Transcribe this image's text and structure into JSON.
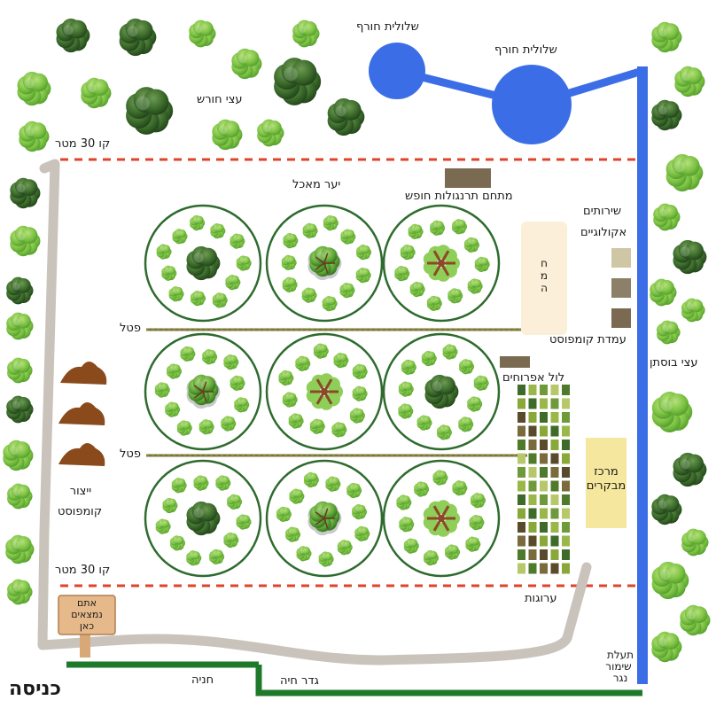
{
  "colors": {
    "tree_dark": "#2f5a22",
    "tree_light": "#7cc243",
    "water": "#3b6ee6",
    "path": "#c9c3bb",
    "fence": "#1e7a2a",
    "buffer_line": "#e0432b",
    "orchard_ring": "#2e6b2e"
  },
  "labels": {
    "pond_left": "שלולית חורף",
    "pond_right": "שלולית חורף",
    "oak_trees": "עצי חורש",
    "line_top": "קו 30 מטר",
    "line_bottom": "קו 30 מטר",
    "food_forest": "יער מאכל",
    "chicken_run": "מתחם תרנגולות חופש",
    "eco_toilets_1": "שירותים",
    "eco_toilets_2": "אקולוגיים",
    "greenhouse": "ח\nמ\nה",
    "compost_station": "עמדת קומפוסט",
    "orchard_trees": "עצי בוסתן",
    "path_top": "פטל",
    "path_bottom": "פטל",
    "chick_coop": "לול אפרוחים",
    "compost_maker_1": "ייצור",
    "compost_maker_2": "קומפוסט",
    "visitor_center": "מרכז\nמבקרים",
    "beds": "ערוגות",
    "you_are_here": "אתם\nנמצאים\nכאן",
    "drain_1": "תעלת",
    "drain_2": "שימור",
    "drain_3": "נגר",
    "parking": "חניה",
    "living_fence": "גדר חיה",
    "entrance": "כניסה"
  }
}
